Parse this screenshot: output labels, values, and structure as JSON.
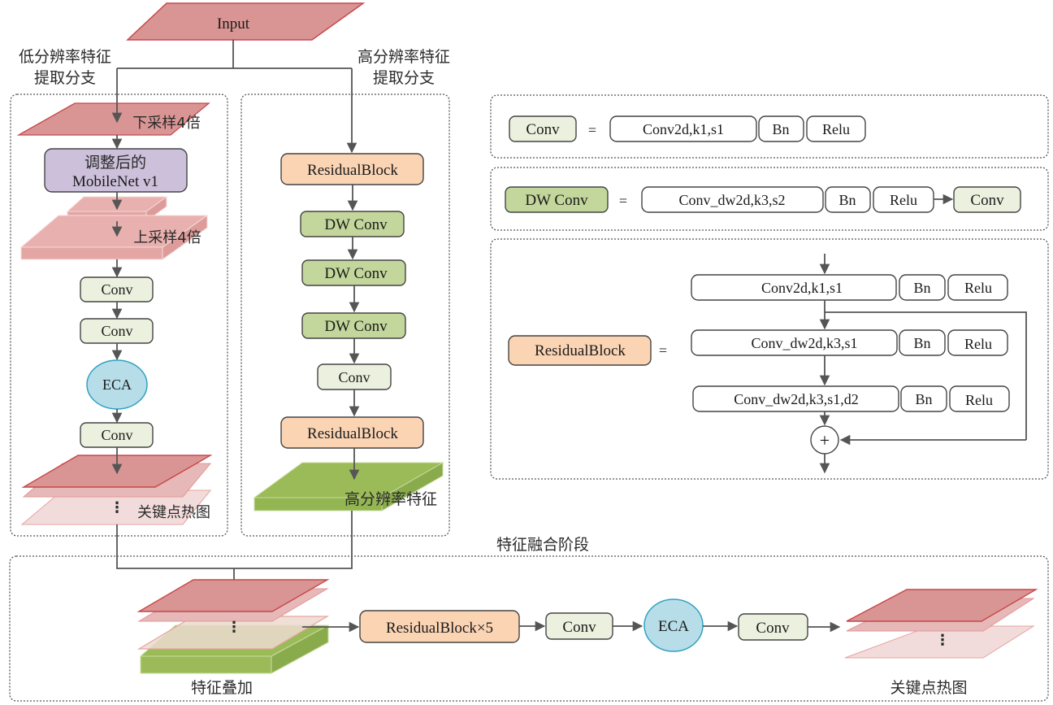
{
  "colors": {
    "input_fill": "#d99594",
    "input_stroke": "#c8474a",
    "conv_fill": "#ebf1de",
    "dwconv_fill": "#c3d69b",
    "residual_fill": "#fbd4b4",
    "mobilenet_fill": "#ccc0da",
    "eca_fill": "#b7dde8",
    "eca_stroke": "#31a2c0",
    "heat_dark": "#d99594",
    "heat_mid": "#e6b8b7",
    "heat_light": "#f2dcdb",
    "green_feature": "#9bbb59",
    "line": "#555555"
  },
  "input": {
    "label": "Input"
  },
  "low_branch": {
    "title_line1": "低分辨率特征",
    "title_line2": "提取分支",
    "downsample_label": "下采样4倍",
    "mobilenet_line1": "调整后的",
    "mobilenet_line2": "MobileNet v1",
    "upsample_label": "上采样4倍",
    "blocks": [
      "Conv",
      "Conv",
      "ECA",
      "Conv"
    ],
    "heatmap_label": "关键点热图"
  },
  "high_branch": {
    "title_line1": "高分辨率特征",
    "title_line2": "提取分支",
    "blocks": [
      "ResidualBlock",
      "DW Conv",
      "DW Conv",
      "DW Conv",
      "Conv",
      "ResidualBlock"
    ],
    "feature_label": "高分辨率特征"
  },
  "legend": {
    "conv": {
      "name": "Conv",
      "equals": "=",
      "parts": [
        "Conv2d,k1,s1",
        "Bn",
        "Relu"
      ]
    },
    "dwconv": {
      "name": "DW Conv",
      "equals": "=",
      "parts": [
        "Conv_dw2d,k3,s2",
        "Bn",
        "Relu"
      ],
      "then": "Conv"
    },
    "residual": {
      "name": "ResidualBlock",
      "equals": "=",
      "rows": [
        [
          "Conv2d,k1,s1",
          "Bn",
          "Relu"
        ],
        [
          "Conv_dw2d,k3,s1",
          "Bn",
          "Relu"
        ],
        [
          "Conv_dw2d,k3,s1,d2",
          "Bn",
          "Relu"
        ]
      ],
      "add_symbol": "+"
    }
  },
  "fusion": {
    "title": "特征融合阶段",
    "stack_label": "特征叠加",
    "blocks": [
      "ResidualBlock×5",
      "Conv",
      "ECA",
      "Conv"
    ],
    "output_label": "关键点热图"
  },
  "dots": "⋮"
}
